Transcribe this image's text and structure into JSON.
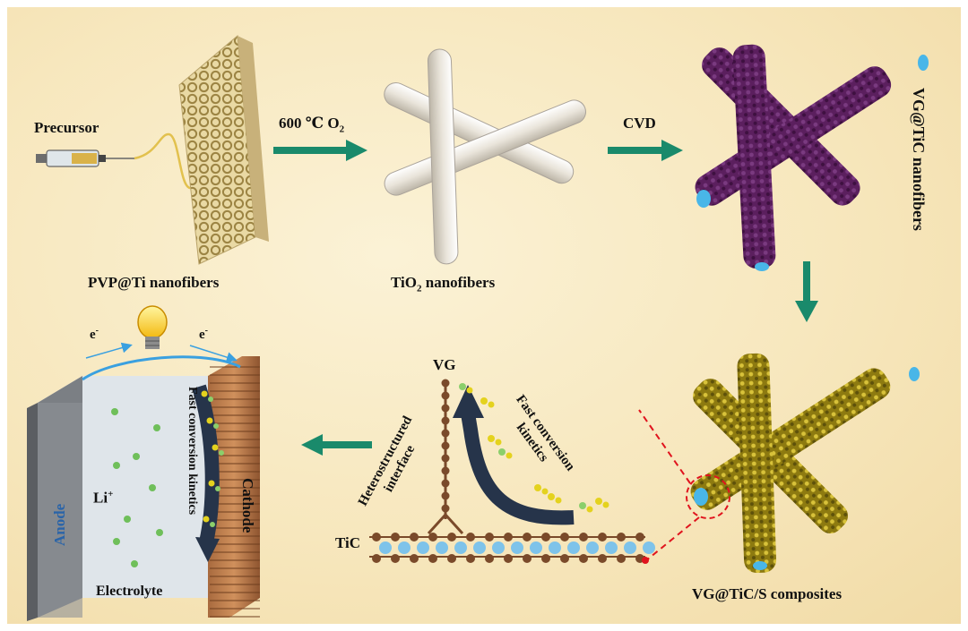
{
  "labels": {
    "precursor": "Precursor",
    "pvp_fibers": "PVP@Ti  nanofibers",
    "step1": "600 ℃ O",
    "step1_sub": "2",
    "tio2_main": "TiO",
    "tio2_sub": "2",
    "tio2_rest": " nanofibers",
    "step2": "CVD",
    "vgtic_fibers": "VG@TiC nanofibers",
    "vgtics": "VG@TiC/S composites",
    "vg": "VG",
    "tic": "TiC",
    "hetero_line1": "Heterostructured",
    "hetero_line2": "interface",
    "fast_line1": "Fast conversion",
    "fast_line2": "kinetics",
    "cell_fast": "Fast conversion kinetics",
    "anode": "Anode",
    "cathode": "Cathode",
    "li": "Li",
    "li_sup": "+",
    "electrolyte": "Electrolyte",
    "e_left": "e",
    "e_right": "e",
    "e_sup": "-"
  },
  "colors": {
    "arrow_green": "#1a8a6b",
    "purple": "#5a1f5c",
    "gold": "#b9a01a",
    "tio2": "#e7e2d8",
    "dark_arrow": "#26344a"
  }
}
